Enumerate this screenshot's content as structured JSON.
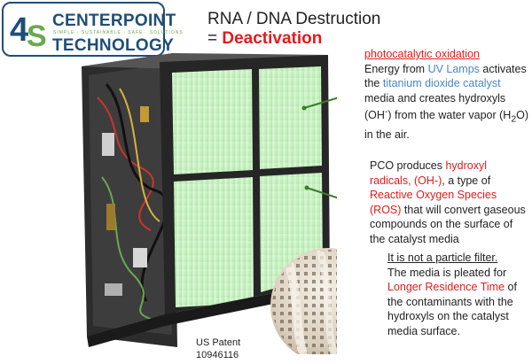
{
  "logo": {
    "mark": "4S",
    "line1": "CENTERPOINT",
    "tagline": "SIMPLE · SUSTAINABLE · SAFE · SOLUTIONS",
    "line2": "TECHNOLOGY"
  },
  "headline": {
    "line1": "RNA / DNA Destruction",
    "eq": "= ",
    "line2": "Deactivation"
  },
  "block1": {
    "title": "photocatalytic oxidation",
    "t1": "Energy from ",
    "uv": "UV Lamps",
    "t2": " activates the ",
    "catalyst": "titanium dioxide catalyst",
    "t3": " media and creates hydroxyls (OH",
    "sup": "-",
    "t4": ") from the water vapor (H",
    "sub": "2",
    "t5": "O) in the air."
  },
  "block2": {
    "t1": "PCO produces ",
    "hr": "hydroxyl radicals, (OH-)",
    "t2": ", a type of ",
    "ros": "Reactive Oxygen Species (ROS)",
    "t3": " that will convert gaseous compounds on the surface of the catalyst media"
  },
  "block3": {
    "title": "It is not a particle filter.",
    "t1": "The media is pleated for ",
    "lrt": "Longer Residence Time",
    "t2": " of the contaminants with the hydroxyls on the catalyst media surface."
  },
  "patent": {
    "line1": "US Patent",
    "line2": "10946116"
  },
  "colors": {
    "brand_blue": "#1f4e79",
    "brand_green": "#6aa84f",
    "accent_red": "#e21b1b",
    "link_blue": "#4a86c5",
    "media_green": "#c9f2c4"
  }
}
